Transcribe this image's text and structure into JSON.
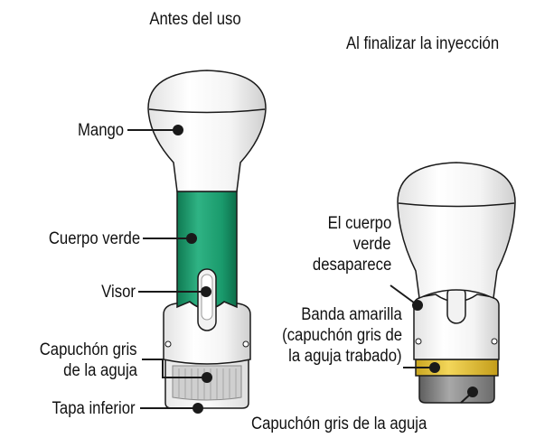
{
  "headings": {
    "before": "Antes del uso",
    "after": "Al finalizar la inyección"
  },
  "labels": {
    "handle": "Mango",
    "green_body": "Cuerpo verde",
    "viewer": "Visor",
    "gray_cap_line1": "Capuchón gris",
    "gray_cap_line2": "de la aguja",
    "bottom_cap": "Tapa inferior",
    "body_disappears_line1": "El cuerpo",
    "body_disappears_line2": "verde",
    "body_disappears_line3": "desaparece",
    "yellow_band_line1": "Banda amarilla",
    "yellow_band_line2": "(capuchón gris de",
    "yellow_band_line3": "la aguja trabado)",
    "gray_cap_bottom": "Capuchón gris de la aguja"
  },
  "colors": {
    "green": "#1a9a6c",
    "yellow": "#e7c435",
    "gray": "#8e8e8e",
    "outline": "#1a1a1a"
  }
}
